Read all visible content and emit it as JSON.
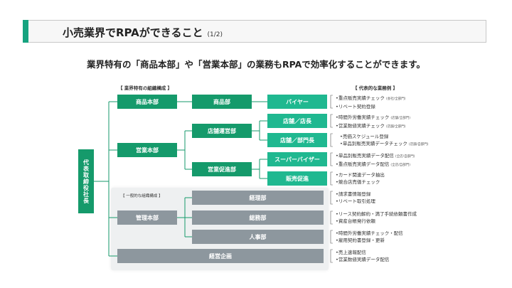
{
  "header": {
    "title": "小売業界でRPAができること",
    "page_indicator": "(1/2)"
  },
  "headline": "業界特有の「商品本部」や「営業本部」の業務もRPAで効率化することができます。",
  "labels": {
    "industry_structure": "【 業界特有の組織構成 】",
    "general_structure": "【 一般的な組織構成 】",
    "examples": "【 代表的な業務例 】"
  },
  "org": {
    "ceo": "代表取締役社長",
    "merchandising_hq": "商品本部",
    "merchandising_dept": "商品部",
    "buyer": "バイヤー",
    "sales_hq": "営業本部",
    "store_ops_dept": "店舗運営部",
    "store_manager": "店舗／店長",
    "store_dept_manager": "店舗／部門長",
    "sales_promo_dept": "営業促進部",
    "supervisor": "スーパーバイザー",
    "sales_promo": "販売促進",
    "admin_hq": "管理本部",
    "accounting": "経理部",
    "general_affairs": "総務部",
    "hr": "人事部",
    "corporate_planning": "経営企画"
  },
  "tasks": [
    {
      "lines": [
        {
          "text": "•重点販売実績チェック",
          "note": "(会社/全部門)"
        },
        {
          "text": "•リベート契約登録",
          "note": ""
        }
      ]
    },
    {
      "lines": [
        {
          "text": "•時間外労働実績チェック",
          "note": "(店舗/全部門)"
        },
        {
          "text": "•営業数値実績チェック",
          "note": "(店舗/全部門)"
        }
      ]
    },
    {
      "lines": [
        {
          "text": "•売価スケジュール登録",
          "note": ""
        },
        {
          "text": "•単品別販売実績データチェック",
          "note": "(店舗/自部門)"
        }
      ]
    },
    {
      "lines": [
        {
          "text": "•単品別販売実績データ配信",
          "note": "(全店/自部門)"
        },
        {
          "text": "•重点販売実績データ配信",
          "note": "(全店/自部門)"
        }
      ]
    },
    {
      "lines": [
        {
          "text": "•カード関連データ抽出",
          "note": ""
        },
        {
          "text": "•競合店売価チェック",
          "note": ""
        }
      ]
    },
    {
      "lines": [
        {
          "text": "•請求書情報登録",
          "note": ""
        },
        {
          "text": "•リベート取引処理",
          "note": ""
        }
      ]
    },
    {
      "lines": [
        {
          "text": "•リース契約解約・満了手続依頼書作成",
          "note": ""
        },
        {
          "text": "•資産台帳発行依頼",
          "note": ""
        }
      ]
    },
    {
      "lines": [
        {
          "text": "•時間外労働実績チェック・配信",
          "note": ""
        },
        {
          "text": "•雇用契約書登録・更新",
          "note": ""
        }
      ]
    },
    {
      "lines": [
        {
          "text": "•売上速報配信",
          "note": ""
        },
        {
          "text": "•営業数値実績データ配信",
          "note": ""
        }
      ]
    }
  ],
  "colors": {
    "accent": "#16a37f",
    "dark_green": "#159a6b",
    "light_green": "#1fb890",
    "gray": "#8d979e",
    "line": "#159a6b"
  }
}
